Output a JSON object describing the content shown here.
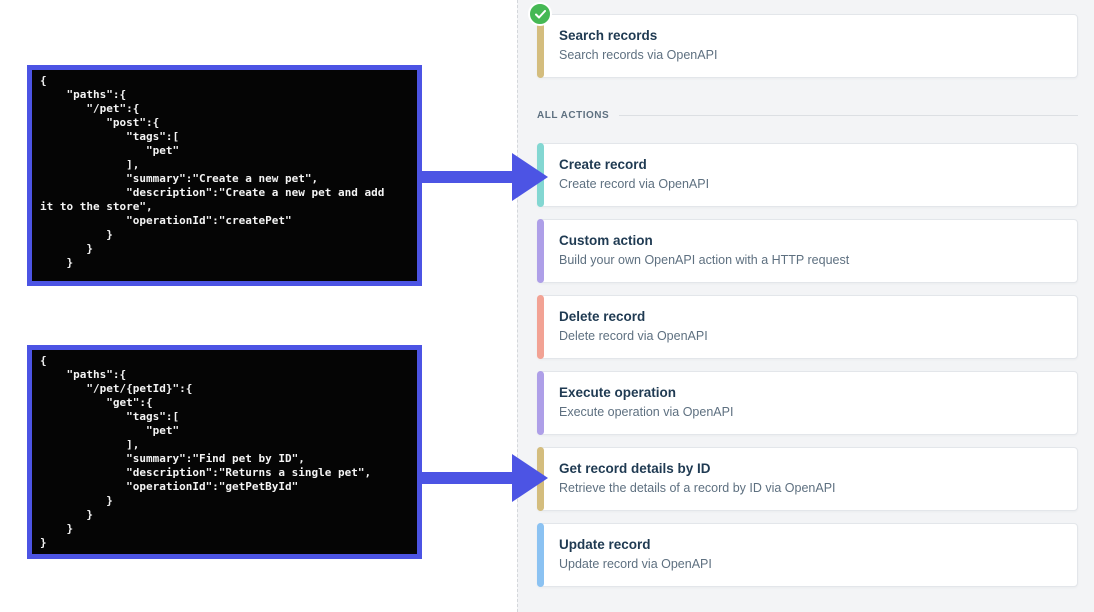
{
  "colors": {
    "arrow_blue": "#4c54e4",
    "panel_bg": "#f3f4f6",
    "card_border": "#e3e6ea",
    "title_text": "#1f3a52",
    "subtitle_text": "#5e7080",
    "badge_green": "#45b854"
  },
  "code_blocks": [
    {
      "name": "create-pet-openapi-snippet",
      "code": "{\n    \"paths\":{\n       \"/pet\":{\n          \"post\":{\n             \"tags\":[\n                \"pet\"\n             ],\n             \"summary\":\"Create a new pet\",\n             \"description\":\"Create a new pet and add\nit to the store\",\n             \"operationId\":\"createPet\"\n          }\n       }\n    }"
    },
    {
      "name": "get-pet-by-id-openapi-snippet",
      "code": "{\n    \"paths\":{\n       \"/pet/{petId}\":{\n          \"get\":{\n             \"tags\":[\n                \"pet\"\n             ],\n             \"summary\":\"Find pet by ID\",\n             \"description\":\"Returns a single pet\",\n             \"operationId\":\"getPetById\"\n          }\n       }\n    }\n}"
    }
  ],
  "panel": {
    "selected_action": {
      "title": "Search records",
      "subtitle": "Search records via OpenAPI",
      "accent": "#d4bd7e",
      "status_icon": "check-icon"
    },
    "section_label": "ALL ACTIONS",
    "actions": [
      {
        "title": "Create record",
        "subtitle": "Create record via OpenAPI",
        "accent": "#83d7d2"
      },
      {
        "title": "Custom action",
        "subtitle": "Build your own OpenAPI action with a HTTP request",
        "accent": "#ae9fe8"
      },
      {
        "title": "Delete record",
        "subtitle": "Delete record via OpenAPI",
        "accent": "#f2a294"
      },
      {
        "title": "Execute operation",
        "subtitle": "Execute operation via OpenAPI",
        "accent": "#ae9fe8"
      },
      {
        "title": "Get record details by ID",
        "subtitle": "Retrieve the details of a record by ID via OpenAPI",
        "accent": "#d4bd7e"
      },
      {
        "title": "Update record",
        "subtitle": "Update record via OpenAPI",
        "accent": "#8bc2f2"
      }
    ]
  }
}
